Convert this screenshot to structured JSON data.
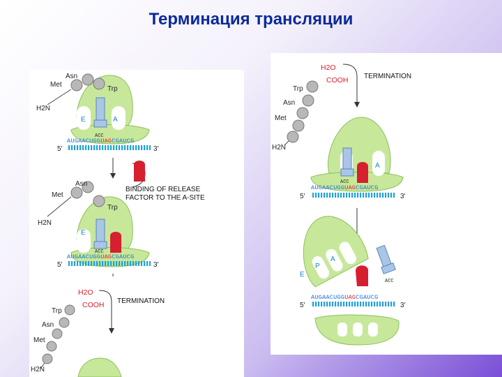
{
  "title": "Терминация трансляции",
  "labels": {
    "asn": "Asn",
    "met": "Met",
    "trp": "Trp",
    "h2n": "H2N",
    "h2o": "H2O",
    "cooh": "COOH",
    "site_e": "E",
    "site_p": "P",
    "site_a": "A",
    "anticodon": "ACC",
    "mrna": "AUGAACUGGUAGCGAUCG",
    "mrna_pre": "AUGAACUGG",
    "mrna_stop": "UAG",
    "mrna_post": "CGAUCG",
    "five_prime": "5′",
    "three_prime": "3′",
    "binding_line1": "BINDING OF RELEASE",
    "binding_line2": "FACTOR TO THE A-SITE",
    "termination": "TERMINATION"
  },
  "colors": {
    "ribosome": "#c7e89a",
    "ribosome_stroke": "#8bbf5a",
    "release_factor": "#d61f2f",
    "trna": "#a9c6e6",
    "mrna": "#1ea0d8",
    "stop_codon": "#d8202a",
    "aminoacid": "#b8b8b8"
  }
}
